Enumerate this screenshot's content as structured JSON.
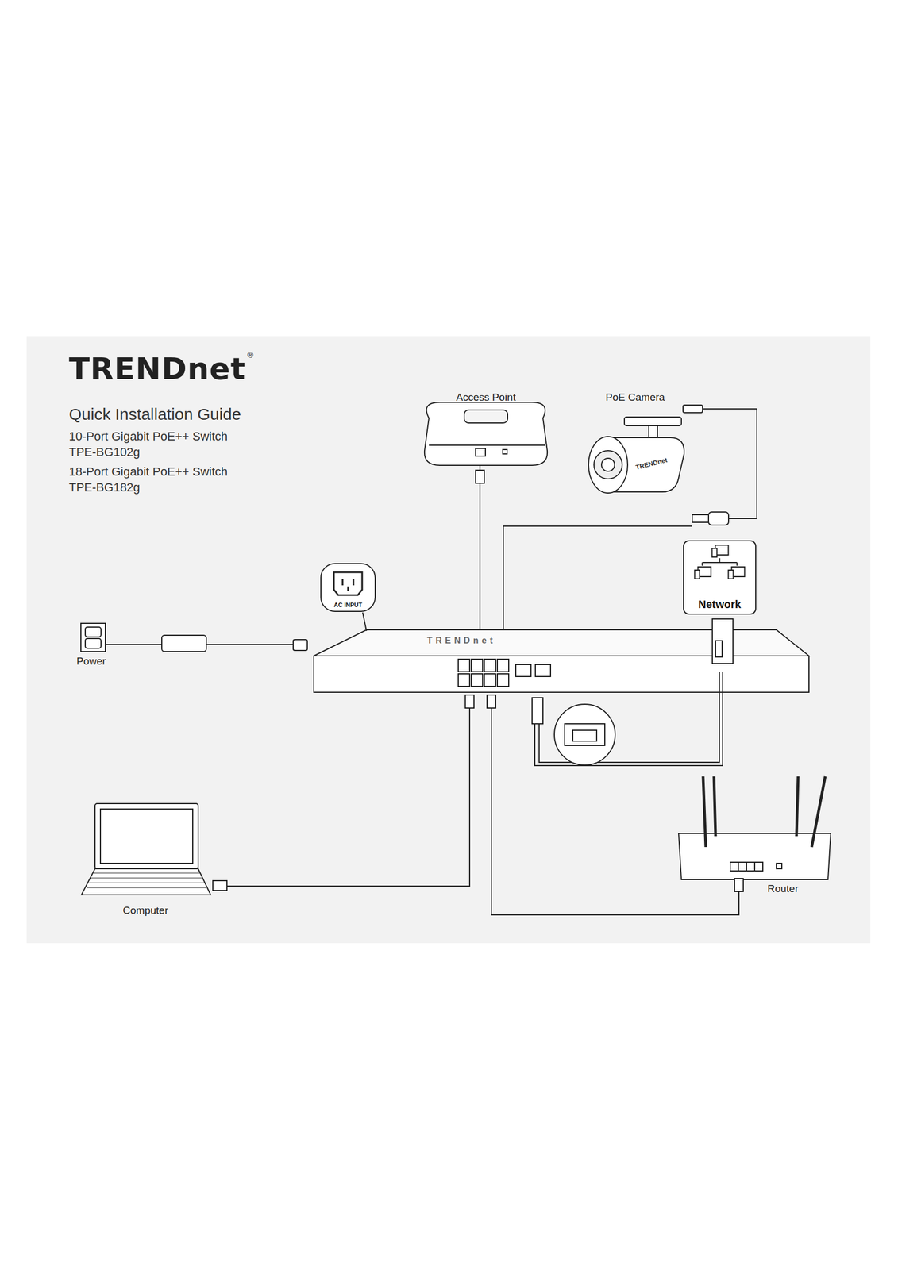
{
  "diagram": {
    "title": "Quick Installation Guide",
    "nodes": [
      {
        "text": [
          "AC INPUT"
        ]
      },
      {
        "text": [
          "Network"
        ]
      }
    ],
    "labels": [
      "TRENDnet",
      "®",
      "10-Port Gigabit PoE++ Switch",
      "TPE-BG102g",
      "18-Port Gigabit PoE++ Switch",
      "TPE-BG182g",
      "Access Point",
      "PoE Camera",
      "Power",
      "Computer",
      "Router",
      "TRENDnet",
      "TRENDnet"
    ]
  }
}
